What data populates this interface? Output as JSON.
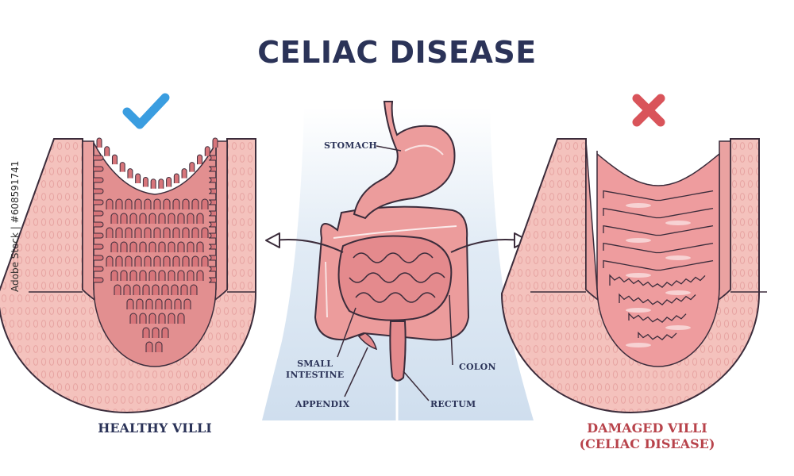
{
  "title": "CELIAC DISEASE",
  "left_panel": {
    "caption": "HEALTHY VILLI",
    "status_icon": "check-icon",
    "icon_color": "#3a9de0"
  },
  "right_panel": {
    "caption_line1": "DAMAGED VILLI",
    "caption_line2": "(CELIAC DISEASE)",
    "status_icon": "cross-icon",
    "icon_color": "#d9545a"
  },
  "anatomy_labels": {
    "stomach": "STOMACH",
    "small_intestine_line1": "SMALL",
    "small_intestine_line2": "INTESTINE",
    "appendix": "APPENDIX",
    "colon": "COLON",
    "rectum": "RECTUM"
  },
  "colors": {
    "wall_fill": "#f2b9b4",
    "tissue_fill": "#e28f90",
    "outline": "#3b2c3b",
    "title_text": "#2b3358",
    "body_silhouette": "#dbe7f3"
  },
  "stock_credit": "Adobe Stock | #608591741"
}
